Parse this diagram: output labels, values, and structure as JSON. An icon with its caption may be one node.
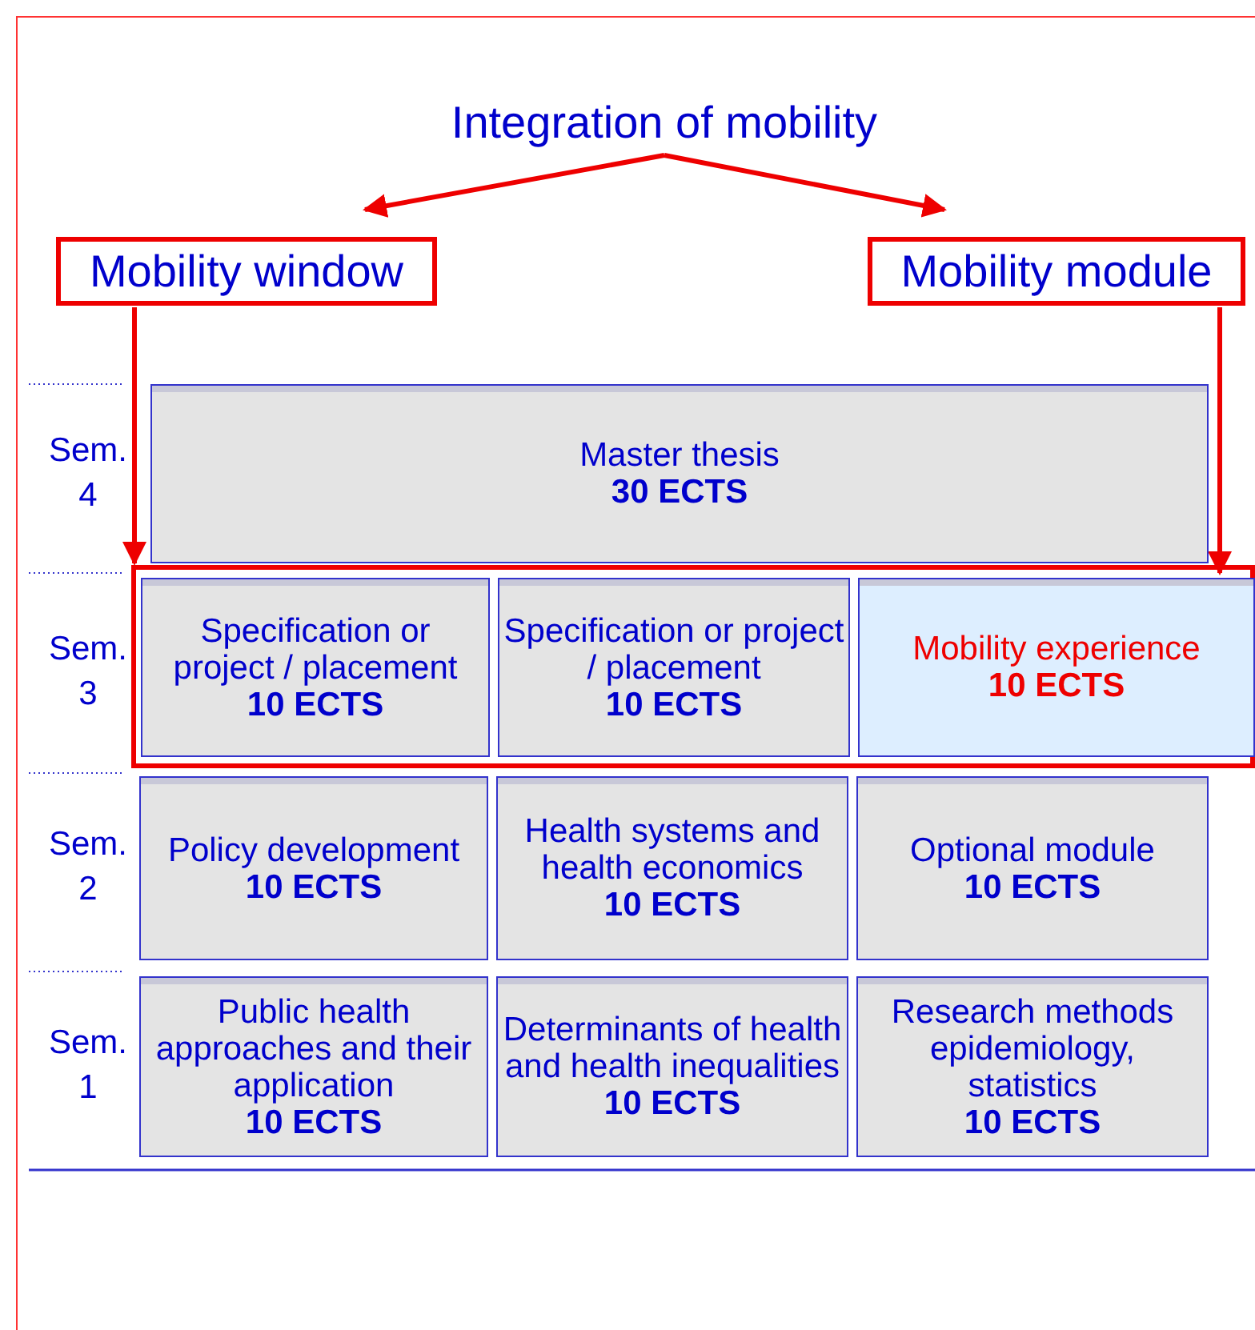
{
  "diagram": {
    "nodes": [
      {
        "text": [
          "Integration of mobility"
        ]
      },
      {
        "text": [
          "Mobility window"
        ]
      },
      {
        "text": [
          "Mobility module"
        ]
      },
      {
        "text": [
          "Master thesis",
          "30 ECTS"
        ]
      },
      {
        "text": [],
        "shape": "box"
      },
      {
        "text": [
          "Specification or project / placement",
          "10 ECTS"
        ],
        "in": 4
      },
      {
        "text": [
          "Specification or project / placement",
          "10 ECTS"
        ],
        "in": 4
      },
      {
        "text": [
          "Mobility experience",
          "10 ECTS"
        ],
        "in": 4
      },
      {
        "text": [
          "Policy development",
          "10 ECTS"
        ]
      },
      {
        "text": [
          "Health systems and health economics",
          "10 ECTS"
        ]
      },
      {
        "text": [
          "Optional module",
          "10 ECTS"
        ]
      },
      {
        "text": [
          "Public health approaches and their application",
          "10 ECTS"
        ]
      },
      {
        "text": [
          "Determinants of health and health inequalities",
          "10 ECTS"
        ]
      },
      {
        "text": [
          "Research methods epidemiology, statistics",
          "10 ECTS"
        ]
      }
    ],
    "edges": [
      {
        "from": 0,
        "to": 1,
        "arrow": "to"
      },
      {
        "from": 0,
        "to": 2,
        "arrow": "to"
      },
      {
        "from": 1,
        "to": 4,
        "arrow": "to"
      },
      {
        "from": 2,
        "to": 7,
        "arrow": "to"
      }
    ],
    "labels": [
      "Sem. 4",
      "Sem. 3",
      "Sem. 2",
      "Sem. 1"
    ]
  }
}
